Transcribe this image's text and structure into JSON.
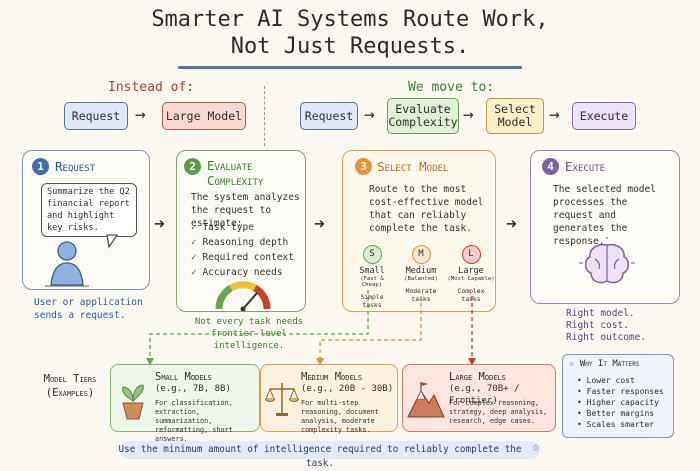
{
  "title": {
    "line1": "Smarter AI Systems Route Work,",
    "line2": "Not Just Requests."
  },
  "old_flow": {
    "label": "Instead of:",
    "step1": "Request",
    "step2": "Large Model"
  },
  "new_flow": {
    "label": "We move to:",
    "step1": "Request",
    "step2": "Evaluate Complexity",
    "step3": "Select Model",
    "step4": "Execute"
  },
  "step1": {
    "num": "1",
    "title": "Request",
    "bubble": "Summarize the Q2 financial report and highlight key risks.",
    "caption": "User or application sends a request."
  },
  "step2": {
    "num": "2",
    "title": "Evaluate Complexity",
    "intro": "The system analyzes the request to estimate:",
    "checks": [
      "Task type",
      "Reasoning depth",
      "Required context",
      "Accuracy needs"
    ],
    "caption": "Not every task needs frontier-level intelligence."
  },
  "step3": {
    "num": "3",
    "title": "Select Model",
    "intro": "Route to the most cost-effective model that can reliably complete the task.",
    "options": [
      {
        "letter": "S",
        "name": "Small",
        "sub": "(Fast & Cheap)",
        "task": "Simple tasks",
        "color": "#6aa84f"
      },
      {
        "letter": "M",
        "name": "Medium",
        "sub": "(Balanced)",
        "task": "Moderate tasks",
        "color": "#e69138"
      },
      {
        "letter": "L",
        "name": "Large",
        "sub": "(Most Capable)",
        "task": "Complex tasks",
        "color": "#cc4125"
      }
    ]
  },
  "step4": {
    "num": "4",
    "title": "Execute",
    "text": "The selected model processes the request and generates the response.",
    "results": [
      "Right model.",
      "Right cost.",
      "Right outcome."
    ]
  },
  "tiers_label": "Model Tiers (Examples)",
  "tiers": [
    {
      "title": "Small Models",
      "sizes": "(e.g., 7B, 8B)",
      "text": "For classification, extraction, summarization, reformatting, short answers."
    },
    {
      "title": "Medium Models",
      "sizes": "(e.g., 20B - 30B)",
      "text": "For multi-step reasoning, document analysis, moderate complexity tasks."
    },
    {
      "title": "Large Models",
      "sizes": "(e.g., 70B+ / Frontier)",
      "text": "For complex reasoning, strategy, deep analysis, research, edge cases."
    }
  ],
  "why": {
    "title": "Why It Matters",
    "items": [
      "Lower cost",
      "Faster responses",
      "Higher capacity",
      "Better margins",
      "Scales smarter"
    ]
  },
  "footer": "Use the minimum amount of intelligence required to reliably complete the task."
}
